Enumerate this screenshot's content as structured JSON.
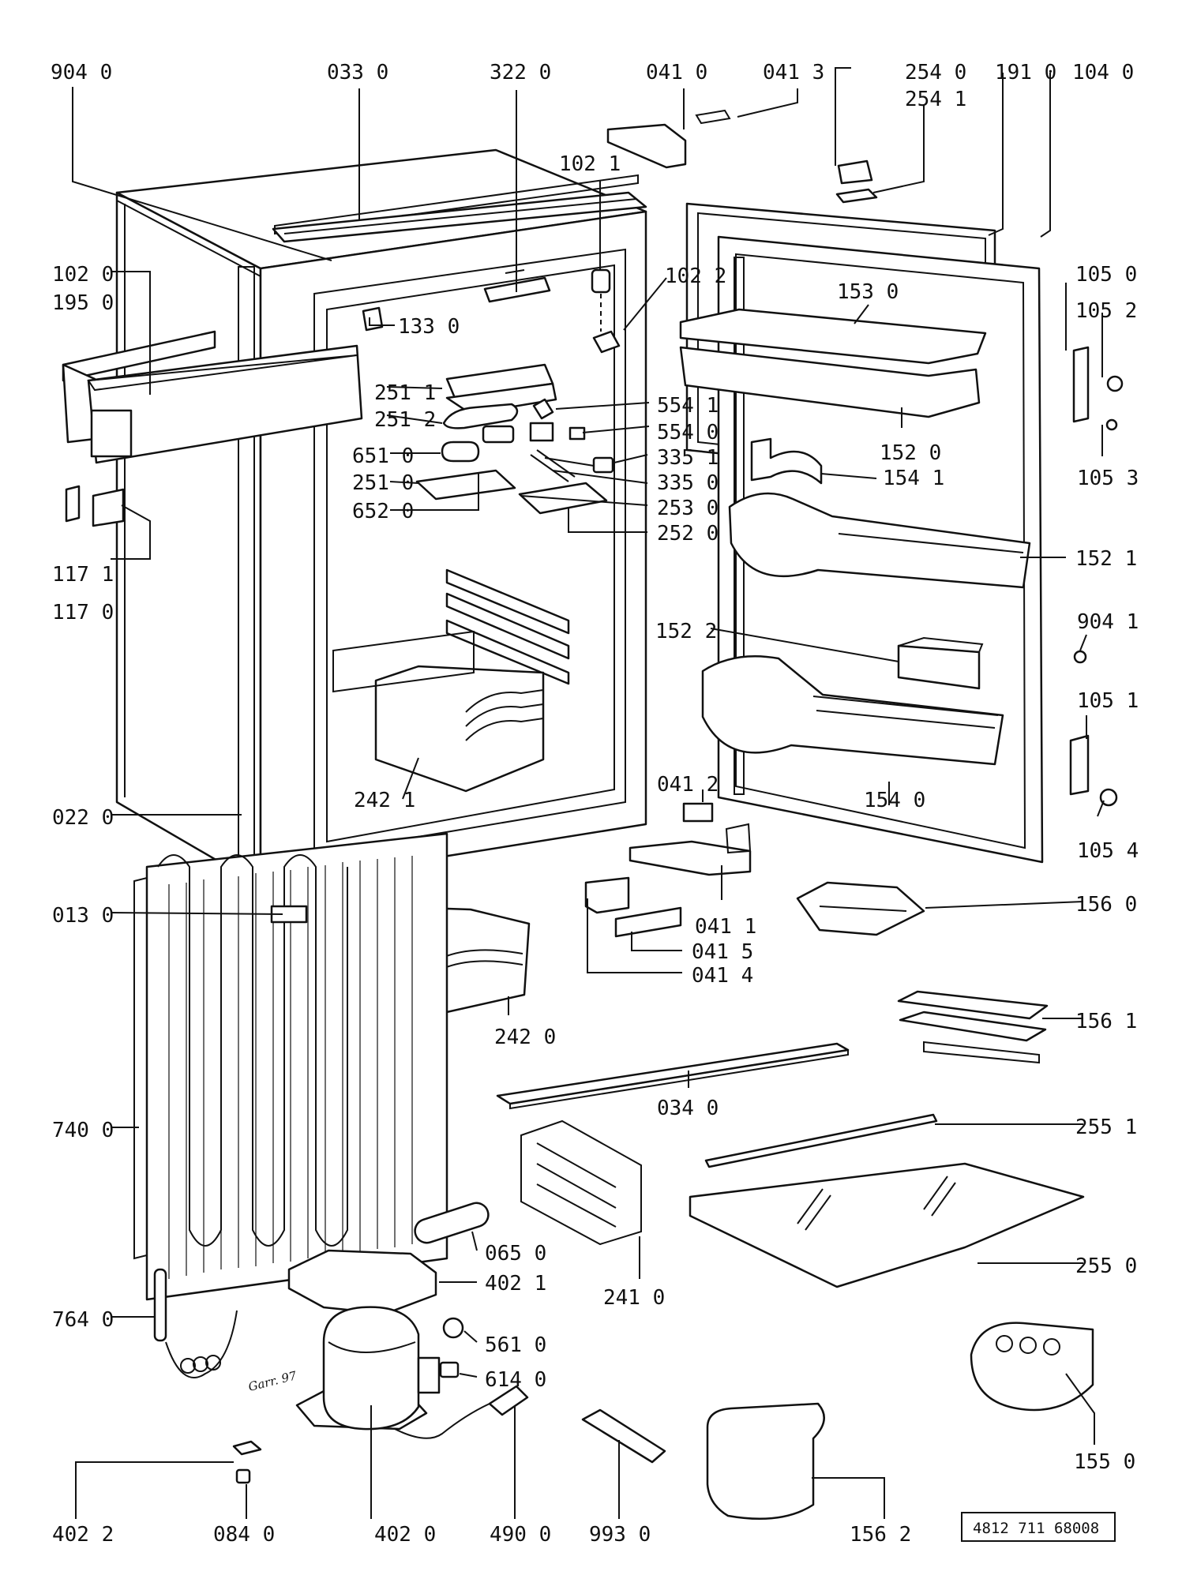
{
  "labels": {
    "l9040": "904 0",
    "l0330": "033 0",
    "l3220": "322 0",
    "l0410": "041 0",
    "l0413": "041 3",
    "l2540": "254 0",
    "l2541": "254 1",
    "l1910": "191 0",
    "l1040": "104 0",
    "l1021": "102 1",
    "l1022": "102 2",
    "l1020": "102 0",
    "l1950": "195 0",
    "l1330": "133 0",
    "l1530": "153 0",
    "l1050": "105 0",
    "l1052": "105 2",
    "l2511": "251 1",
    "l2512": "251 2",
    "l5541": "554 1",
    "l5540": "554 0",
    "l6510": "651 0",
    "l3351": "335 1",
    "l2510": "251 0",
    "l3350": "335 0",
    "l6520": "652 0",
    "l2530": "253 0",
    "l1520": "152 0",
    "l1541": "154 1",
    "l1053": "105 3",
    "l2520": "252 0",
    "l1171": "117 1",
    "l1170": "117 0",
    "l1521": "152 1",
    "l1522": "152 2",
    "l9041": "904 1",
    "l1051": "105 1",
    "l2421": "242 1",
    "l1540": "154 0",
    "l0412": "041 2",
    "l0220": "022 0",
    "l1054": "105 4",
    "l0130": "013 0",
    "l0411": "041 1",
    "l1560": "156 0",
    "l0415": "041 5",
    "l0414": "041 4",
    "l2420": "242 0",
    "l1561": "156 1",
    "l0340": "034 0",
    "l7400": "740 0",
    "l2551": "255 1",
    "l0650": "065 0",
    "l4021": "402 1",
    "l2410": "241 0",
    "l2550": "255 0",
    "l7640": "764 0",
    "l5610": "561 0",
    "l6140": "614 0",
    "l1550": "155 0",
    "l4022": "402 2",
    "l0840": "084 0",
    "l4020": "402 0",
    "l4900": "490 0",
    "l9930": "993 0",
    "l1562": "156 2"
  },
  "signature": "Garr. 97",
  "drawing_code": "4812 711 68008"
}
